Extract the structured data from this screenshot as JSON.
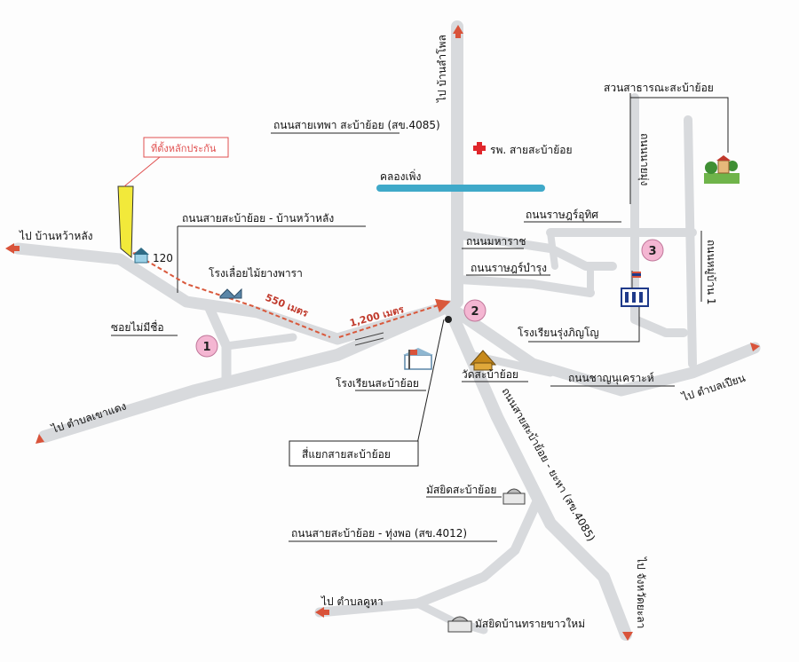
{
  "colors": {
    "road": "#d8dadd",
    "canal": "#3fa9c9",
    "route": "#d9593c",
    "arrow": "#d9533a",
    "marker_fill": "#f4b6d2",
    "site_fill": "#f2e93a",
    "hospital": "#e0262b"
  },
  "labels": {
    "to_ban_lam_phon": "ไป บ้านลำโพล",
    "highway_thepha": "ถนนสายเทพา สะบ้าย้อย (สข.4085)",
    "hospital": "รพ. สายสะบ้าย้อย",
    "canal": "คลองเพิ่ง",
    "park": "สวนสาธารณะสะบ้าย้อย",
    "pin_note": "ที่ตั้งหลักประกัน",
    "road_ban_wa_lang": "ถนนสายสะบ้าย้อย - บ้านหว้าหลัง",
    "to_ban_wa_lang": "ไป บ้านหว้าหลัง",
    "parcel_no": "120",
    "sawmill": "โรงเลื่อยไม้ยางพารา",
    "dist_550": "550 เมตร",
    "dist_1200": "1,200 เมตร",
    "soi_no_name": "ซอยไม่มีชื่อ",
    "marker_1": "1",
    "marker_2": "2",
    "marker_3": "3",
    "road_mahahraj": "ถนนมหาราช",
    "road_ratutit": "ถนนราษฎร์อุทิศ",
    "road_ratbamrung": "ถนนราษฎร์บำรุง",
    "road_mu_bang": "ถนนนายมุ่ง",
    "road_vertical_right": "ถนนหมู่บ้าน 1",
    "school_rung": "โรงเรียนรุ่งภิญโญ",
    "school_saba": "โรงเรียนสะบ้าย้อย",
    "wat_saba": "วัดสะบ้าย้อย",
    "road_chanyanukhro": "ถนนชาญนุเคราะห์",
    "to_tambon_plian": "ไป ตำบลเปียน",
    "to_tambon_khao_daeng": "ไป ตำบลเขาแดง",
    "junction_box": "สี่แยกสายสะบ้าย้อย",
    "highway_yaha": "ถนนสายสะบ้าย้อย - ยะหา (สข.4085)",
    "mosque_saba": "มัสยิดสะบ้าย้อย",
    "road_thung_pho": "ถนนสายสะบ้าย้อย - ทุ่งพอ (สข.4012)",
    "to_tambon_khu_ha": "ไป ตำบลคูหา",
    "to_yala": "ไป จังหวัดยะลา",
    "mosque_ban_sai": "มัสยิดบ้านทรายขาวใหม่"
  }
}
